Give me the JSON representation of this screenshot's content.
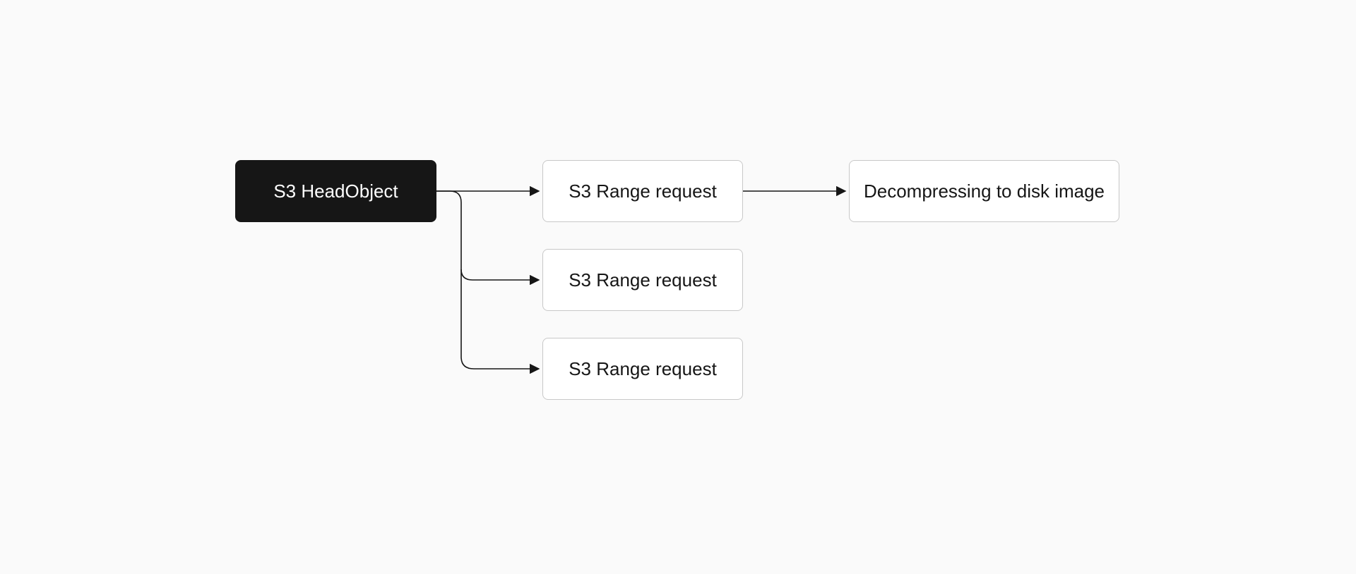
{
  "diagram": {
    "nodes": {
      "head_object": "S3 HeadObject",
      "range_1": "S3 Range request",
      "range_2": "S3 Range request",
      "range_3": "S3 Range request",
      "decompress": "Decompressing to disk image"
    },
    "edges": [
      {
        "from": "head_object",
        "to": "range_1"
      },
      {
        "from": "head_object",
        "to": "range_2"
      },
      {
        "from": "head_object",
        "to": "range_3"
      },
      {
        "from": "range_1",
        "to": "decompress"
      }
    ],
    "colors": {
      "background": "#fafafa",
      "dark_node": "#161616",
      "light_node": "#ffffff",
      "border": "#c8c8c8",
      "edge": "#161616"
    }
  }
}
